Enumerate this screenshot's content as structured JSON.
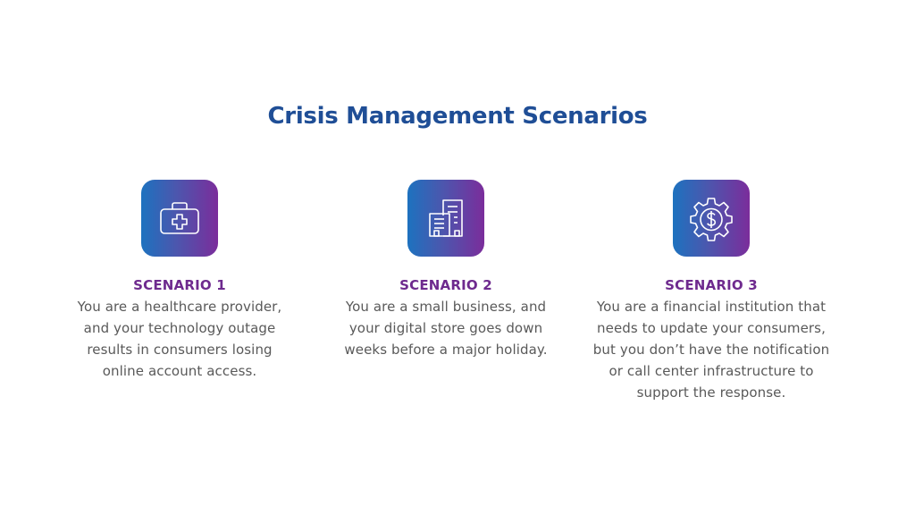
{
  "page": {
    "title": "Crisis Management Scenarios",
    "colors": {
      "title": "#1f4e96",
      "heading": "#6e2a8e",
      "body_text": "#595959",
      "icon_gradient_start": "#1d72bf",
      "icon_gradient_end": "#7b2d9b"
    }
  },
  "scenarios": [
    {
      "icon": "medical-kit-icon",
      "heading": "SCENARIO 1",
      "lines": [
        "You are a healthcare provider,",
        "and your technology outage",
        "results in consumers losing",
        "online account access."
      ]
    },
    {
      "icon": "office-buildings-icon",
      "heading": "SCENARIO 2",
      "lines": [
        "You are a small business, and",
        "your digital store goes down",
        "weeks before a major holiday."
      ]
    },
    {
      "icon": "gear-dollar-icon",
      "heading": "SCENARIO 3",
      "lines": [
        "You are a financial institution that",
        "needs to update your consumers,",
        "but you don’t have the notification",
        "or call center infrastructure to",
        "support the response."
      ]
    }
  ]
}
